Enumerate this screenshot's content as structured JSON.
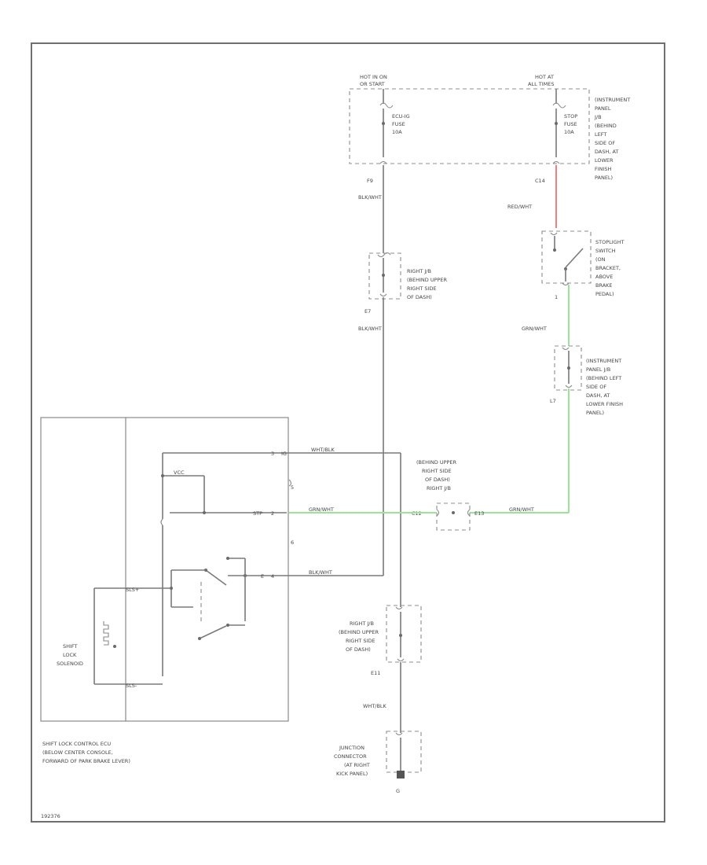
{
  "fuse_power": {
    "hot_run_start": [
      "HOT IN ON",
      "OR START"
    ],
    "hot_all_times": [
      "HOT AT",
      "ALL TIMES"
    ],
    "ecu_ig_fuse": [
      "ECU-IG",
      "FUSE",
      "10A"
    ],
    "stop_fuse": [
      "STOP",
      "FUSE",
      "10A"
    ],
    "panel_jb_note": [
      "(INSTRUMENT",
      "PANEL",
      "J/B",
      "(BEHIND",
      "LEFT",
      "SIDE OF",
      "DASH, AT",
      "LOWER",
      "FINISH",
      "PANEL)"
    ]
  },
  "connectors": {
    "f9": "F9",
    "c14": "C14",
    "e7": "E7",
    "one": "1",
    "l7": "L7",
    "e11": "E11",
    "e13": "E13",
    "c12": "C12",
    "g": "G"
  },
  "wires": {
    "blk_wht_1": "BLK/WHT",
    "red_wht": "RED/WHT",
    "blk_wht_2": "BLK/WHT",
    "grn_wht_1": "GRN/WHT",
    "wht_blk_ecu": "WHT/BLK",
    "grn_wht_ecu": "GRN/WHT",
    "grn_wht_jb": "GRN/WHT",
    "blk_wht_ecu": "BLK/WHT",
    "wht_blk_ground": "WHT/BLK"
  },
  "components": {
    "right_jb_upper": [
      "RIGHT J/B",
      "(BEHIND UPPER",
      "RIGHT SIDE",
      "OF DASH)"
    ],
    "stoplight_switch": [
      "STOPLIGHT",
      "SWITCH",
      "(ON",
      "BRACKET,",
      "ABOVE",
      "BRAKE",
      "PEDAL)"
    ],
    "instrument_panel_jb": [
      "(INSTRUMENT",
      "PANEL J/B",
      "(BEHIND LEFT",
      "SIDE OF",
      "DASH, AT",
      "LOWER FINISH",
      "PANEL)"
    ],
    "right_jb_mid": [
      "(BEHIND UPPER",
      "RIGHT SIDE",
      "OF DASH)",
      "RIGHT J/B"
    ],
    "right_jb_lower": [
      "RIGHT J/B",
      "(BEHIND UPPER",
      "RIGHT SIDE",
      "OF DASH)"
    ],
    "junction_connector": [
      "JUNCTION",
      "CONNECTOR",
      "(AT RIGHT",
      "KICK PANEL)"
    ],
    "shift_lock_solenoid": [
      "SHIFT",
      "LOCK",
      "SOLENOID"
    ],
    "ecu_label": [
      "SHIFT LOCK CONTROL ECU",
      "(BELOW CENTER CONSOLE,",
      "FORWARD OF PARK BRAKE LEVER)"
    ]
  },
  "ecu_pins": {
    "ig_pin": "3",
    "stp_pin": "2",
    "e_pin": "4",
    "num_5": "5",
    "num_6": "6",
    "ig": "IG",
    "stp": "STP",
    "e": "E",
    "vcc": "VCC",
    "sls_plus": "SLS+",
    "sls_minus": "SLS-"
  },
  "footer": {
    "figure_id": "192376"
  }
}
